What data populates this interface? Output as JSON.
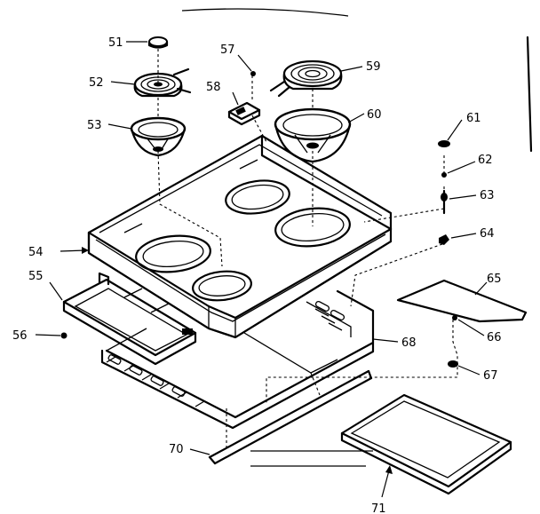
{
  "labels": {
    "p51": "51",
    "p52": "52",
    "p53": "53",
    "p54": "54",
    "p55": "55",
    "p56": "56",
    "p57": "57",
    "p58": "58",
    "p59": "59",
    "p60": "60",
    "p61": "61",
    "p62": "62",
    "p63": "63",
    "p64": "64",
    "p65": "65",
    "p66": "66",
    "p67": "67",
    "p68": "68",
    "p70": "70",
    "p71": "71"
  }
}
